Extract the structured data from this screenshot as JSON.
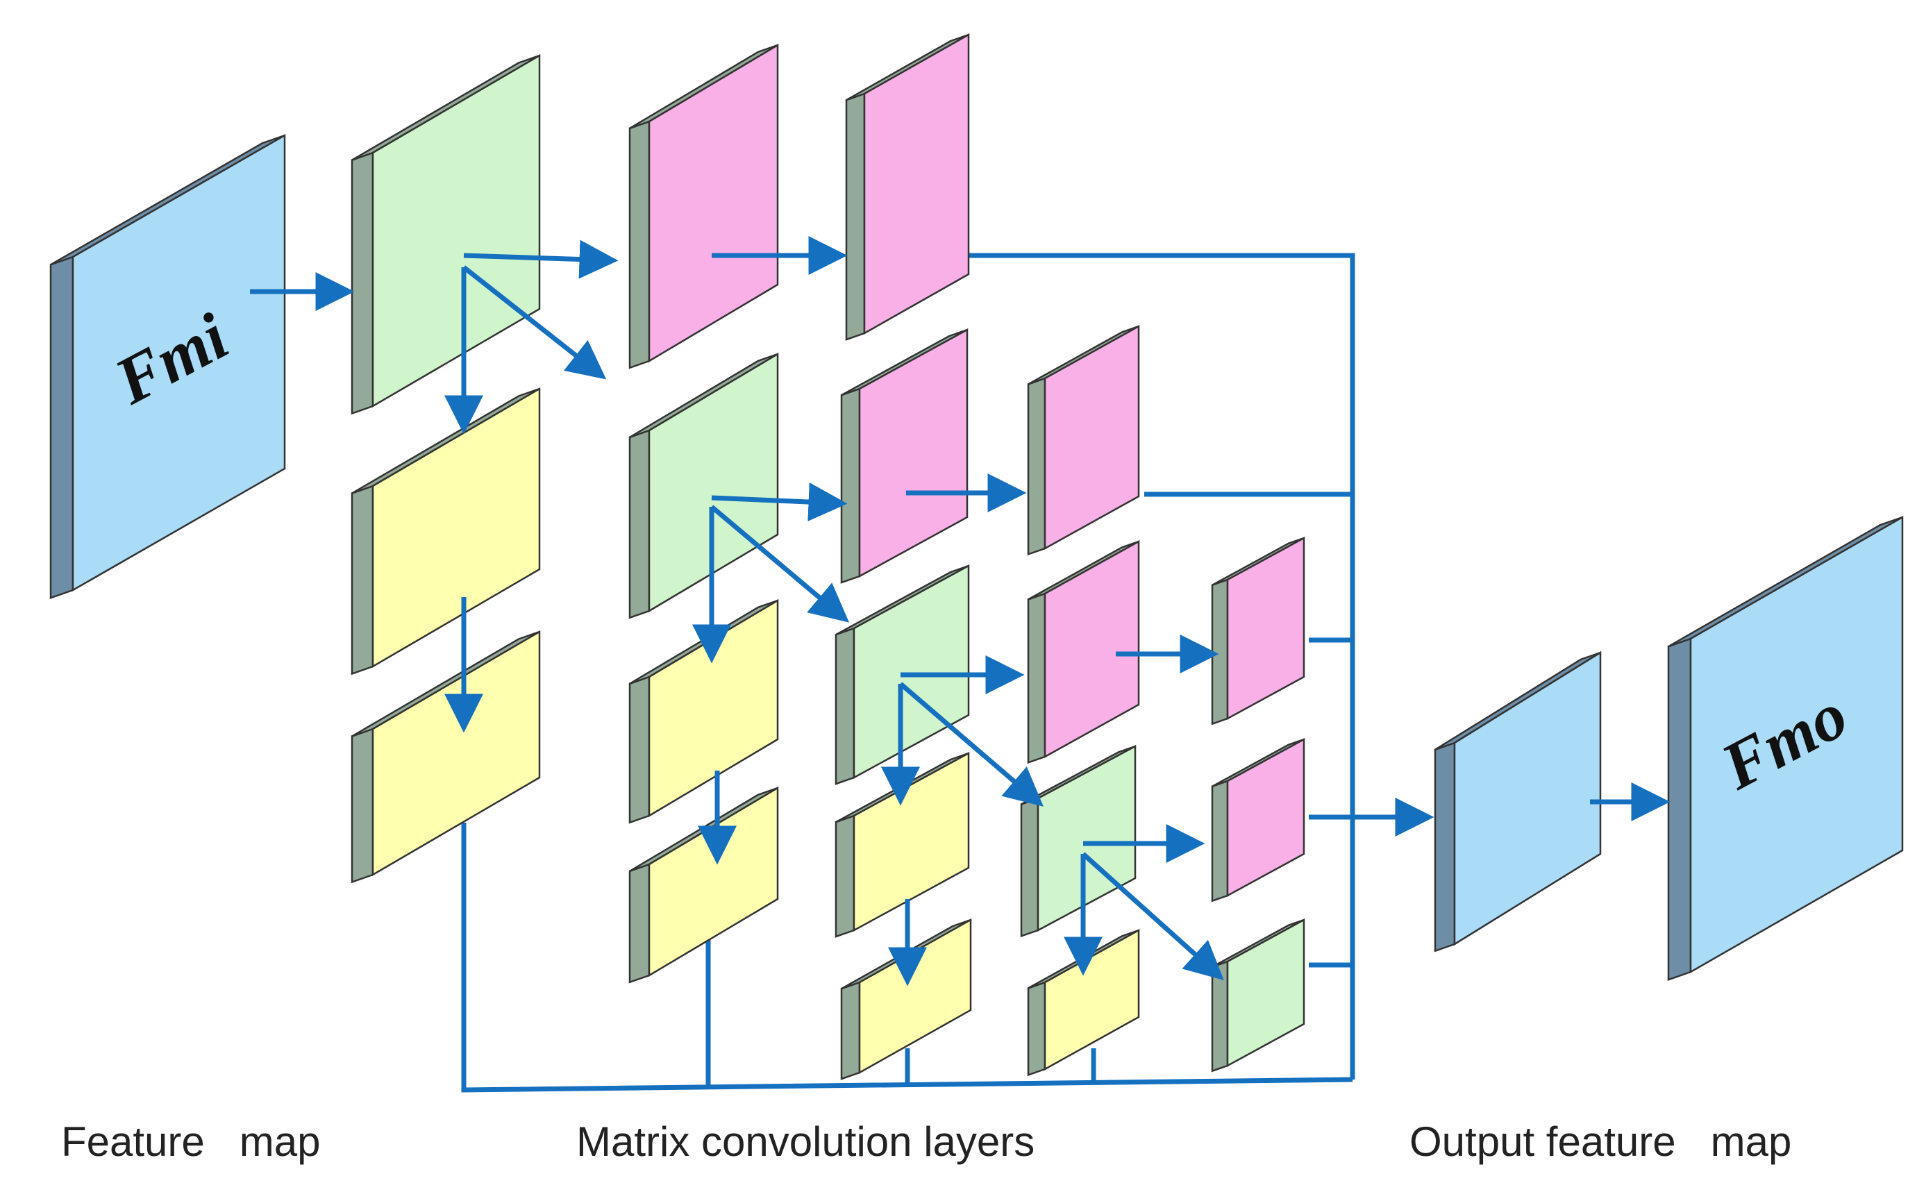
{
  "captions": {
    "input": "Feature   map",
    "middle": "Matrix convolution layers",
    "output": "Output feature   map"
  },
  "labels": {
    "input_block": "Fmi",
    "output_block": "Fmo"
  },
  "colors": {
    "input_map": "#aadcf8",
    "output_map": "#aadcf8",
    "map_side": "#6e8ea8",
    "conv_green": "#d0f5cc",
    "conv_yellow": "#ffffb0",
    "conv_pink": "#f9b0e6",
    "layer_side": "#93aa98",
    "edge": "#333333",
    "arrow": "#1570c0"
  }
}
